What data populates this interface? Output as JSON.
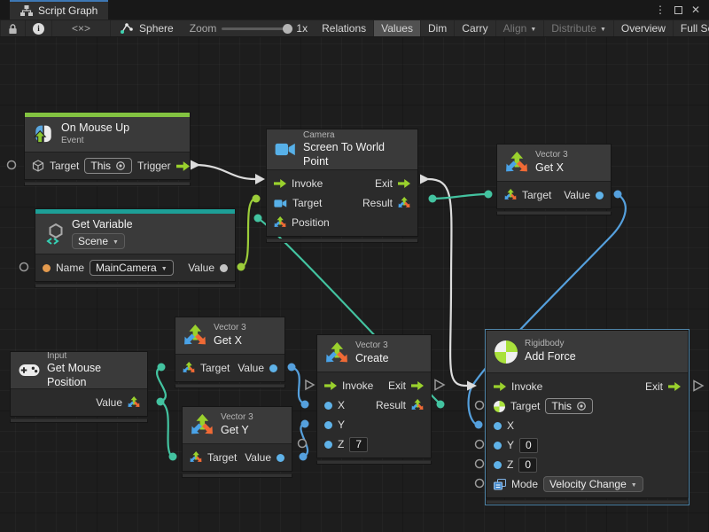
{
  "window": {
    "tab_title": "Script Graph"
  },
  "toolbar": {
    "fit_label": "<×>",
    "graph_name": "Sphere",
    "zoom_label": "Zoom",
    "zoom_value": "1x",
    "buttons": [
      {
        "label": "Relations",
        "state": "normal"
      },
      {
        "label": "Values",
        "state": "active"
      },
      {
        "label": "Dim",
        "state": "normal"
      },
      {
        "label": "Carry",
        "state": "normal"
      },
      {
        "label": "Align",
        "state": "disabled",
        "dropdown": true
      },
      {
        "label": "Distribute",
        "state": "disabled",
        "dropdown": true
      },
      {
        "label": "Overview",
        "state": "normal"
      },
      {
        "label": "Full Screen",
        "state": "normal"
      }
    ]
  },
  "colors": {
    "event_strip": "#83c341",
    "variable_strip": "#1d9f97",
    "wire_flow": "#dcdcdc",
    "wire_object": "#9ccd3a",
    "wire_vector": "#43c3a0",
    "wire_float": "#55a0dd",
    "selection_border": "#4f85a8"
  },
  "nodes": {
    "on_mouse_up": {
      "title": "On Mouse Up",
      "subtitle": "Event",
      "target_label": "Target",
      "target_value": "This",
      "trigger_label": "Trigger"
    },
    "get_variable": {
      "title": "Get Variable",
      "scope": "Scene",
      "name_label": "Name",
      "name_value": "MainCamera",
      "value_label": "Value"
    },
    "screen_to_world": {
      "category": "Camera",
      "title": "Screen To World Point",
      "invoke_label": "Invoke",
      "exit_label": "Exit",
      "target_label": "Target",
      "result_label": "Result",
      "position_label": "Position"
    },
    "get_x_top": {
      "category": "Vector 3",
      "title": "Get X",
      "target_label": "Target",
      "value_label": "Value"
    },
    "get_mouse_position": {
      "category": "Input",
      "title": "Get Mouse Position",
      "value_label": "Value"
    },
    "get_x_mid": {
      "category": "Vector 3",
      "title": "Get X",
      "target_label": "Target",
      "value_label": "Value"
    },
    "get_y": {
      "category": "Vector 3",
      "title": "Get Y",
      "target_label": "Target",
      "value_label": "Value"
    },
    "vector3_create": {
      "category": "Vector 3",
      "title": "Create",
      "invoke_label": "Invoke",
      "exit_label": "Exit",
      "x_label": "X",
      "result_label": "Result",
      "y_label": "Y",
      "z_label": "Z",
      "z_value": "7"
    },
    "add_force": {
      "category": "Rigidbody",
      "title": "Add Force",
      "invoke_label": "Invoke",
      "exit_label": "Exit",
      "target_label": "Target",
      "target_value": "This",
      "x_label": "X",
      "y_label": "Y",
      "y_value": "0",
      "z_label": "Z",
      "z_value": "0",
      "mode_label": "Mode",
      "mode_value": "Velocity Change"
    }
  },
  "connections": [
    {
      "id": "w-trigger-invoke",
      "from": "on_mouse_up.trigger",
      "to": "screen_to_world.invoke",
      "color": "#dcdcdc"
    },
    {
      "id": "w-exit-addforce",
      "from": "screen_to_world.exit",
      "to": "add_force.invoke",
      "color": "#dcdcdc"
    },
    {
      "id": "w-variable-target",
      "from": "get_variable.value",
      "to": "screen_to_world.target",
      "color": "#9ccd3a"
    },
    {
      "id": "w-result-getx",
      "from": "screen_to_world.result",
      "to": "get_x_top.target",
      "color": "#43c3a0"
    },
    {
      "id": "w-create-position",
      "from": "vector3_create.result",
      "to": "screen_to_world.position",
      "color": "#43c3a0"
    },
    {
      "id": "w-mouse-getx",
      "from": "get_mouse_position.value",
      "to": "get_x_mid.target",
      "color": "#43c3a0"
    },
    {
      "id": "w-mouse-gety",
      "from": "get_mouse_position.value",
      "to": "get_y.target",
      "color": "#43c3a0"
    },
    {
      "id": "w-getx-createx",
      "from": "get_x_mid.value",
      "to": "vector3_create.x",
      "color": "#55a0dd"
    },
    {
      "id": "w-gety-createy",
      "from": "get_y.value",
      "to": "vector3_create.y",
      "color": "#55a0dd"
    },
    {
      "id": "w-getxtop-addforcex",
      "from": "get_x_top.value",
      "to": "add_force.x",
      "color": "#55a0dd"
    }
  ]
}
